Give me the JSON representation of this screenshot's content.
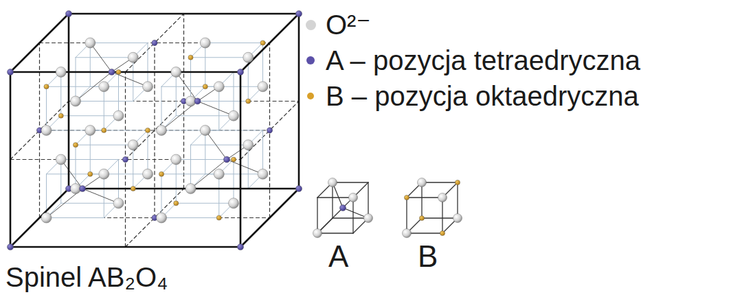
{
  "diagram": {
    "labels": [
      "A",
      "B",
      "Spinel AB₂O₄"
    ],
    "legend": [
      {
        "text": "O²⁻",
        "color": "#d4d4d4"
      },
      {
        "text": "A – pozycja tetraedryczna",
        "color": "#5b50a8"
      },
      {
        "text": "B – pozycja oktaedryczna",
        "color": "#d9a02a"
      }
    ]
  }
}
